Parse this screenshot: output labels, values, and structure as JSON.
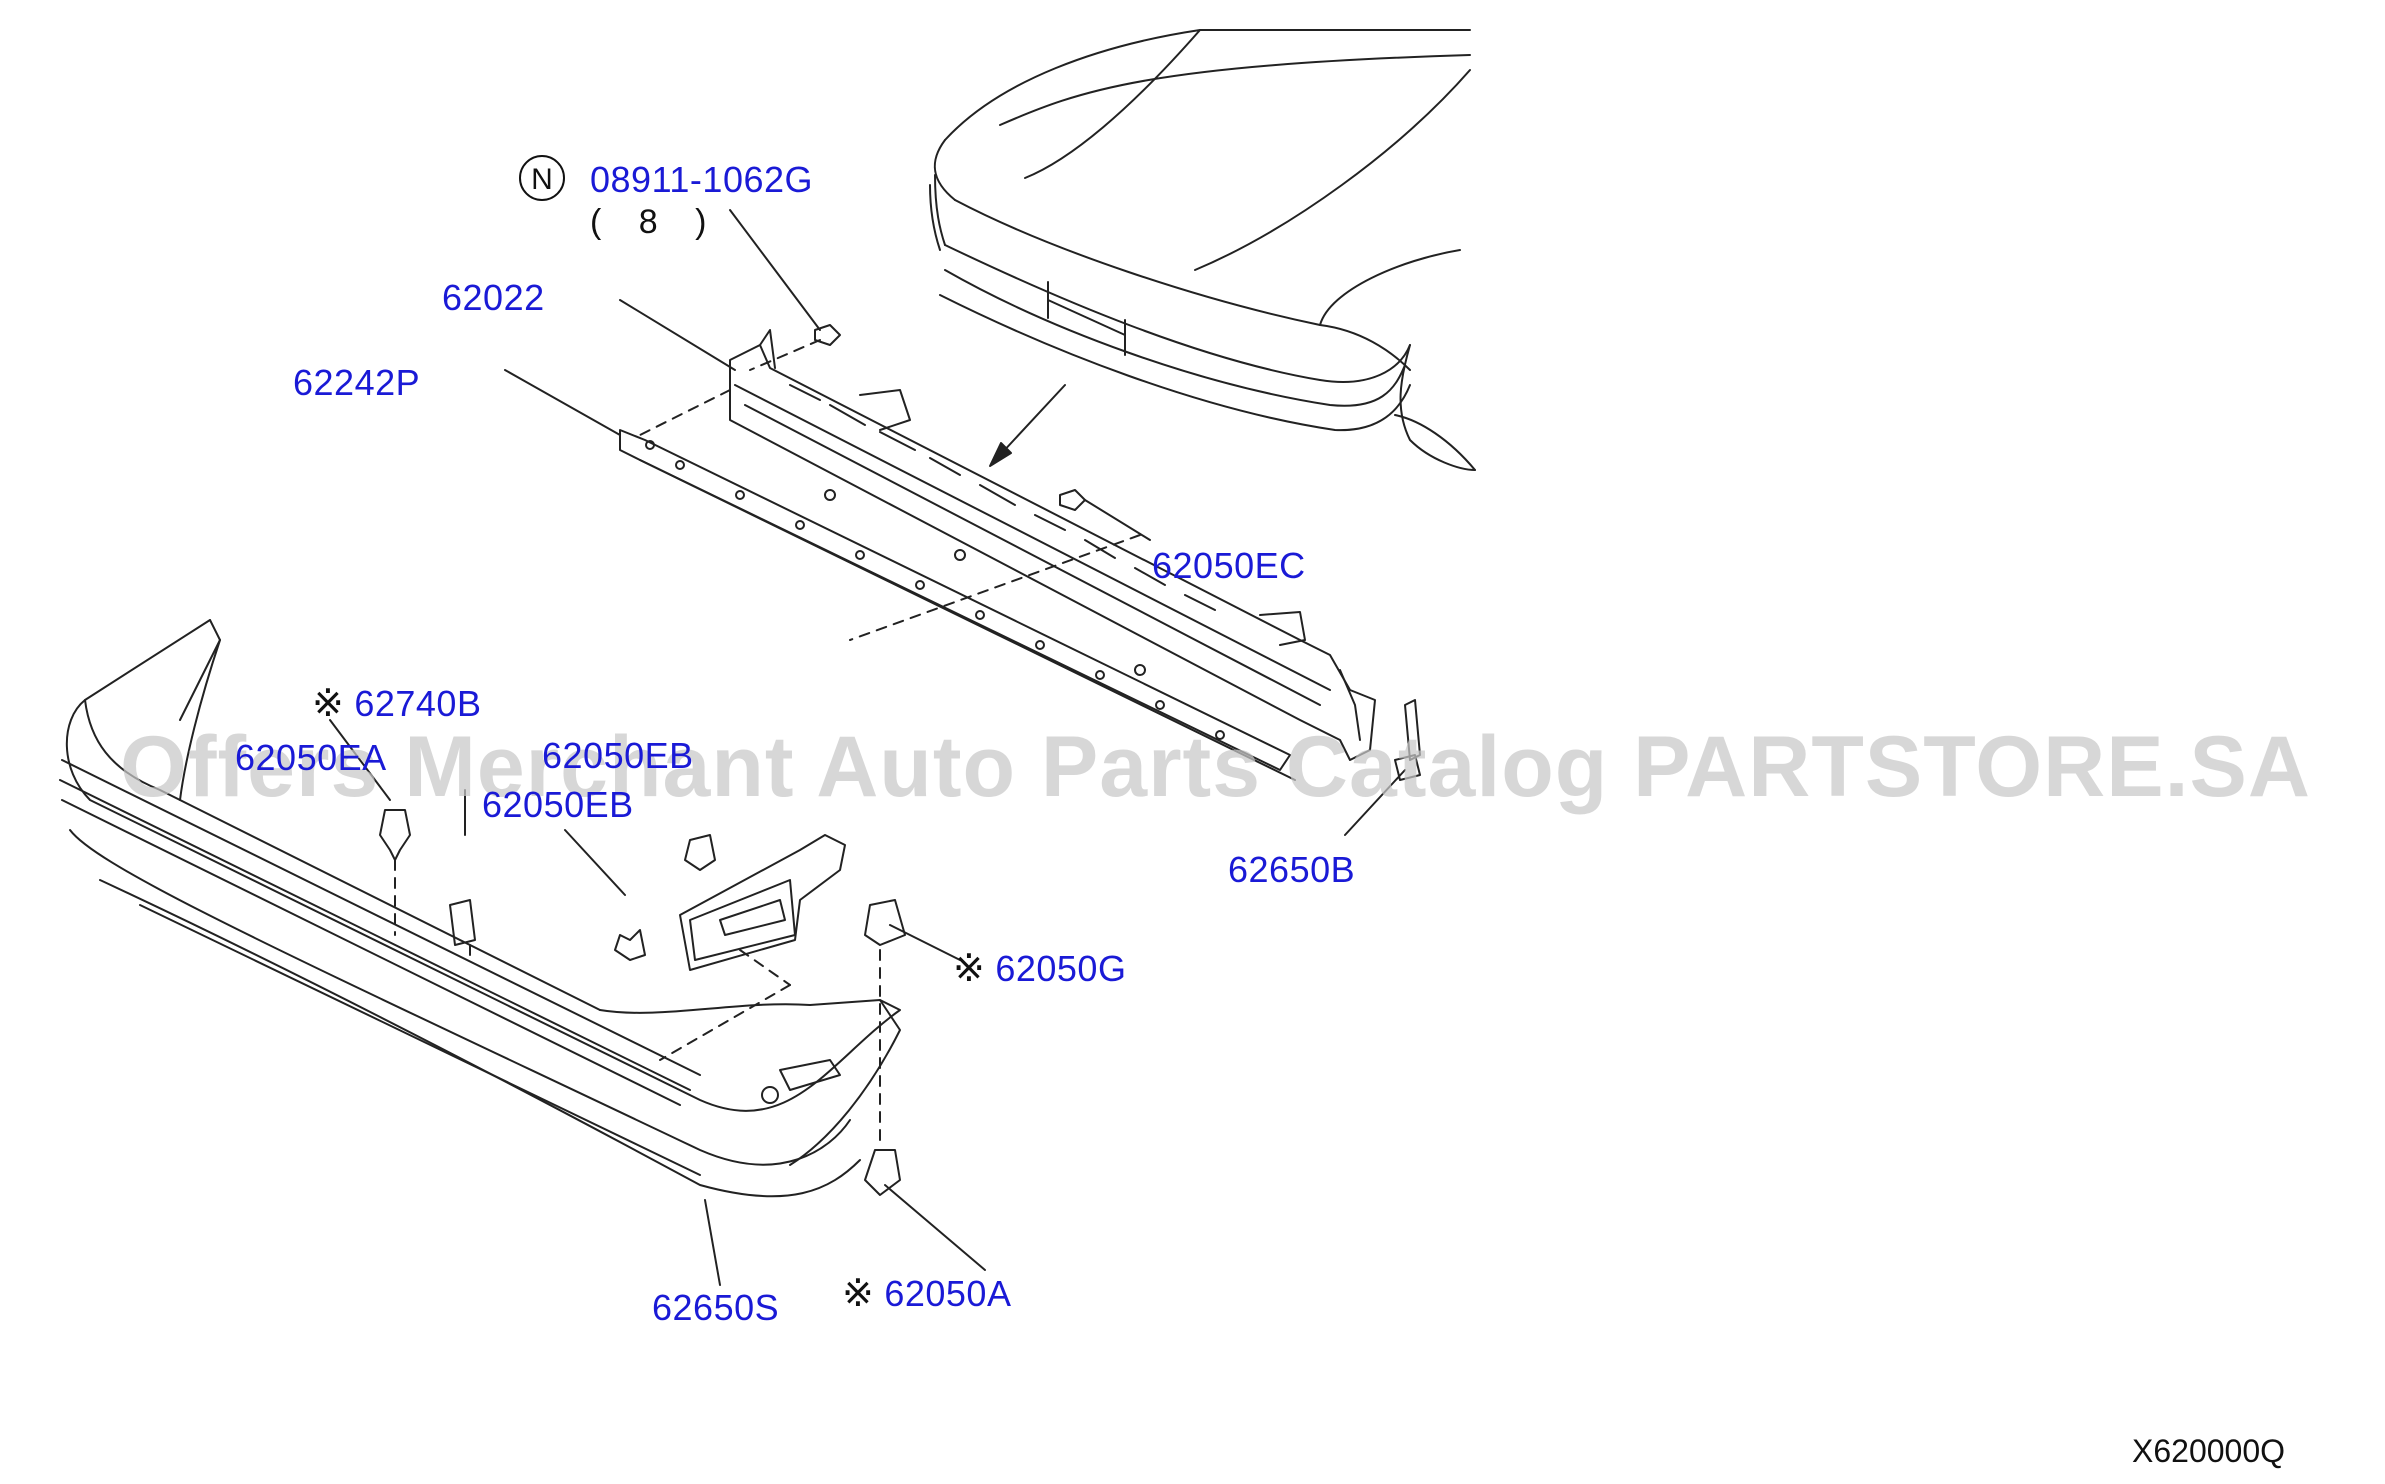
{
  "diagram": {
    "watermark": "Offers Merchant Auto Parts Catalog PARTSTORE.SA",
    "diagram_code": "X620000Q",
    "callout_marker": "※",
    "nut_badge": "N",
    "parts": [
      {
        "id": "08911-1062G",
        "marked": false,
        "qty": "( 8 )"
      },
      {
        "id": "62022",
        "marked": false
      },
      {
        "id": "62242P",
        "marked": false
      },
      {
        "id": "62050EC",
        "marked": false
      },
      {
        "id": "62740B",
        "marked": true
      },
      {
        "id": "62050EA",
        "marked": false
      },
      {
        "id": "62050EB",
        "marked": false
      },
      {
        "id": "62050EB",
        "marked": false
      },
      {
        "id": "62650B",
        "marked": false
      },
      {
        "id": "62050G",
        "marked": true
      },
      {
        "id": "62650S",
        "marked": false
      },
      {
        "id": "62050A",
        "marked": true
      }
    ]
  }
}
